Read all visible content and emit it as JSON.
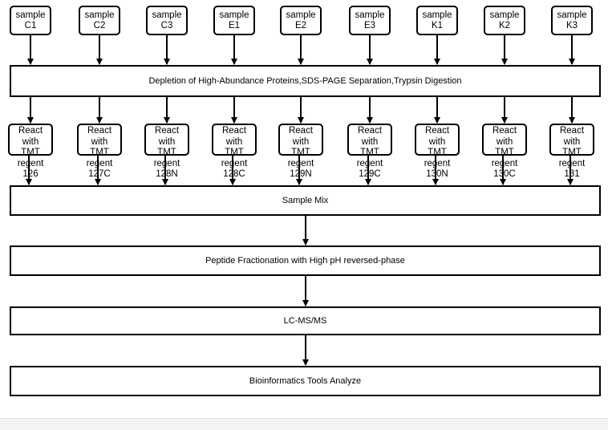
{
  "samples": [
    {
      "line1": "sample",
      "line2": "C1"
    },
    {
      "line1": "sample",
      "line2": "C2"
    },
    {
      "line1": "sample",
      "line2": "C3"
    },
    {
      "line1": "sample",
      "line2": "E1"
    },
    {
      "line1": "sample",
      "line2": "E2"
    },
    {
      "line1": "sample",
      "line2": "E3"
    },
    {
      "line1": "sample",
      "line2": "K1"
    },
    {
      "line1": "sample",
      "line2": "K2"
    },
    {
      "line1": "sample",
      "line2": "K3"
    }
  ],
  "step1": "Depletion of High-Abundance Proteins,SDS-PAGE Separation,Trypsin Digestion",
  "reactions": [
    {
      "line1": "React with",
      "line2": "TMT regent",
      "label": "126"
    },
    {
      "line1": "React with",
      "line2": "TMT regent",
      "label": "127C"
    },
    {
      "line1": "React with",
      "line2": "TMT regent",
      "label": "128N"
    },
    {
      "line1": "React with",
      "line2": "TMT regent",
      "label": "128C"
    },
    {
      "line1": "React with",
      "line2": "TMT regent",
      "label": "129N"
    },
    {
      "line1": "React with",
      "line2": "TMT regent",
      "label": "129C"
    },
    {
      "line1": "React with",
      "line2": "TMT regent",
      "label": "130N"
    },
    {
      "line1": "React with",
      "line2": "TMT regent",
      "label": "130C"
    },
    {
      "line1": "React with",
      "line2": "TMT regent",
      "label": "131"
    }
  ],
  "step2": "Sample Mix",
  "step3": "Peptide Fractionation with High pH reversed-phase",
  "step4": "LC-MS/MS",
  "step5": "Bioinformatics Tools Analyze"
}
